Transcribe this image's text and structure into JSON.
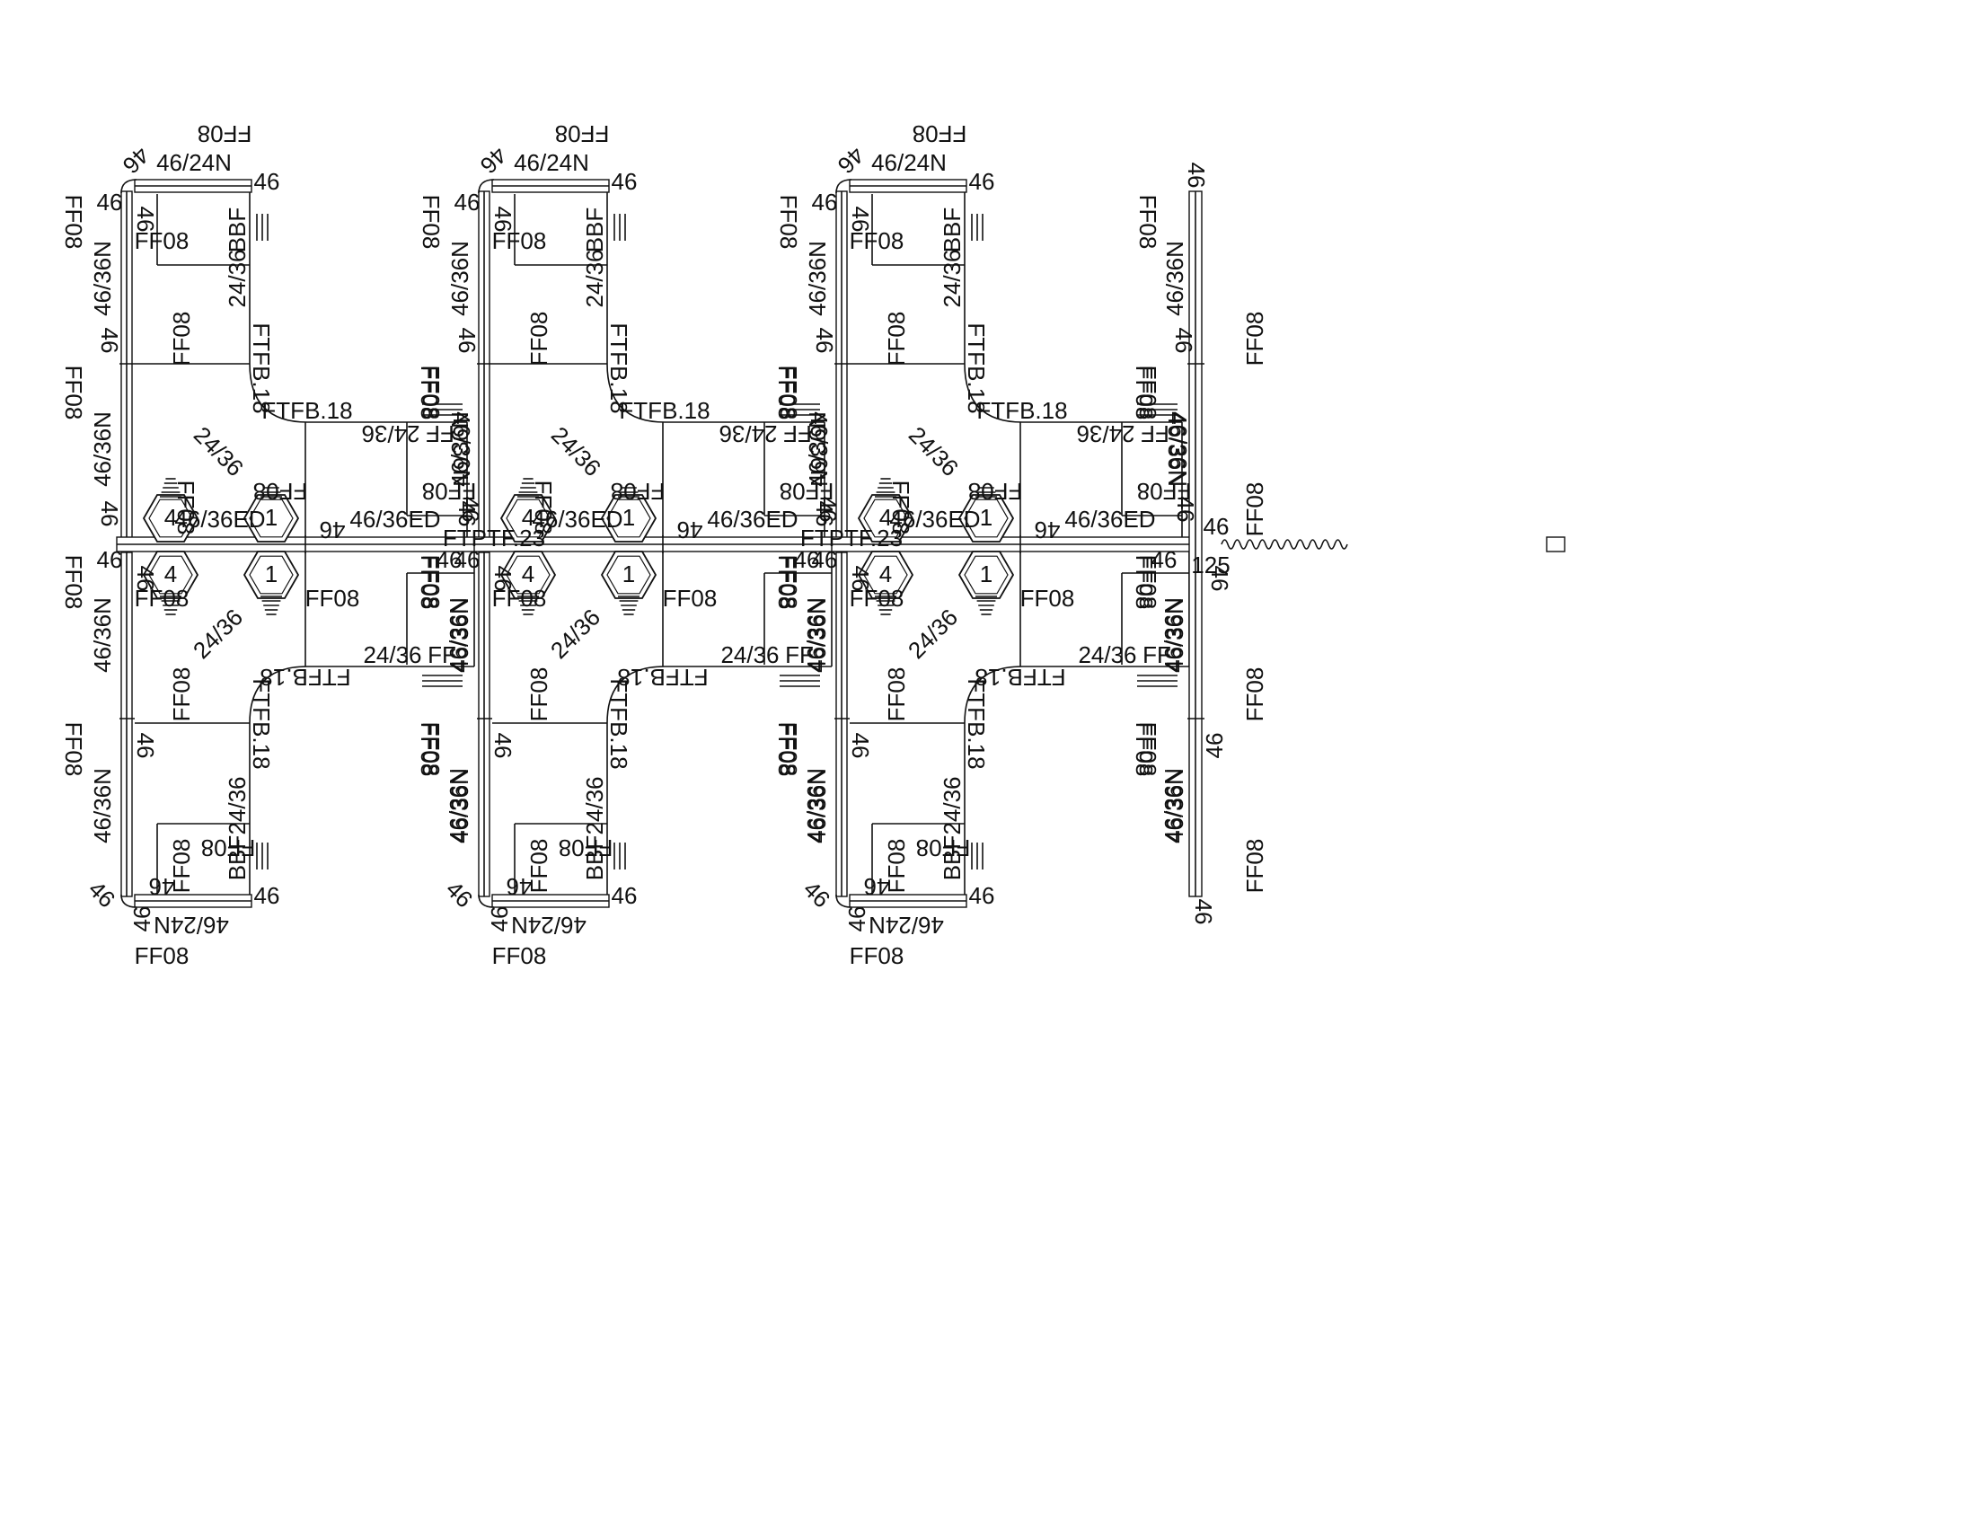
{
  "labels": {
    "panel_46": "46",
    "panel_46_24n": "46/24N",
    "panel_46_36n": "46/36N",
    "panel_46_36ed": "46/36ED",
    "worksurface_24_36": "24/36",
    "ftfb": "FTFB.18",
    "ftptf": "FTPTF.23",
    "ff": "FF",
    "ff08": "FF08",
    "bbf": "BBF",
    "outlet_4": "4",
    "outlet_1": "1",
    "end_125": "125"
  },
  "colors": {
    "line": "#111111",
    "background": "#ffffff"
  },
  "icons": [
    "electrical-outlet-hex-4",
    "electrical-outlet-hex-1",
    "break-line-icon"
  ]
}
